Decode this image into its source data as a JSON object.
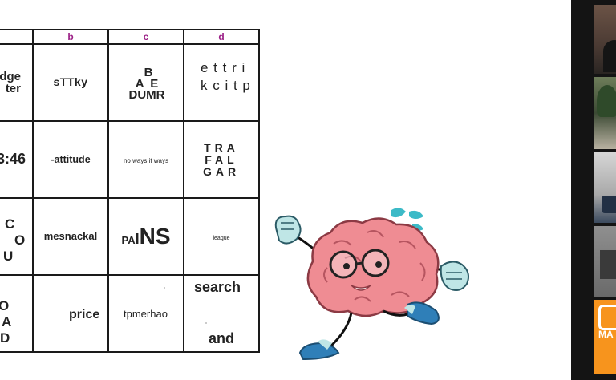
{
  "puzzle_grid": {
    "headers": [
      "b",
      "c",
      "d"
    ],
    "rows": [
      {
        "a": {
          "line1": "dge",
          "line2": "ter"
        },
        "b": "sTTky",
        "c": {
          "line1": "B",
          "line2": "A  E",
          "line3": "DUMR"
        },
        "d": {
          "top": "e t t r i",
          "bottom": "k c i t p"
        }
      },
      {
        "a": "3:46",
        "b": "-attitude",
        "c": "no ways it ways",
        "d": {
          "l1": "TRA",
          "l2": "FAL",
          "l3": "GAR"
        }
      },
      {
        "a": {
          "l1": "C",
          "l2": "O",
          "l3": "U"
        },
        "b": "mesnackal",
        "c": {
          "p1": "P",
          "p2": "A",
          "p3": "I",
          "p4": "NS"
        },
        "d": "league"
      },
      {
        "a": {
          "l1": "O",
          "l2": "A",
          "l3": "D"
        },
        "b": "price",
        "c": "tpmerhao",
        "d": {
          "top": "search",
          "bottom": "and"
        }
      }
    ]
  },
  "colors": {
    "header_letters": "#9b1f86",
    "brain_pink": "#ef8c93",
    "brain_outline": "#8c3a44",
    "sneaker": "#2f7fb8",
    "sweat": "#3cbac7",
    "logo_orange": "#f7941d"
  },
  "participants": {
    "logo_fragment": "MA"
  }
}
